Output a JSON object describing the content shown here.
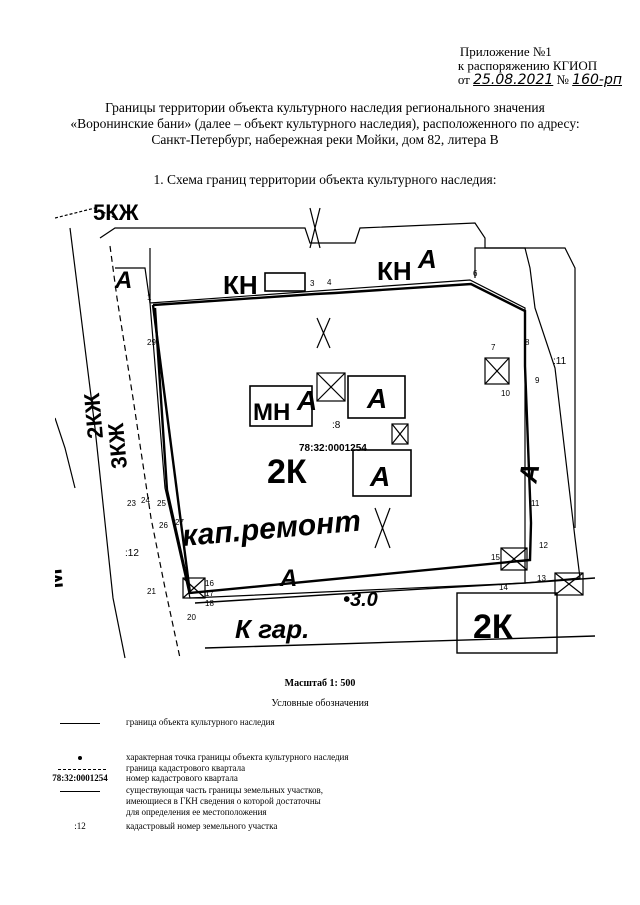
{
  "header": {
    "appendix_line1": "Приложение №1",
    "appendix_line2": "к распоряжению КГИОП",
    "date_prefix": "от",
    "date_value": "25.08.2021",
    "number_prefix": "№",
    "number_value": "160-рп"
  },
  "title": {
    "line1": "Границы территории объекта культурного наследия регионального значения",
    "line2": "«Воронинские бани» (далее – объект культурного наследия), расположенного по адресу:",
    "line3": "Санкт-Петербург, набережная реки Мойки, дом 82, литера В"
  },
  "section_heading": "1.   Схема границ территории объекта культурного наследия:",
  "map": {
    "building_labels": {
      "b5kzh": "5КЖ",
      "kn_left": "КН",
      "kn_right": "КН",
      "a_top": "А",
      "a_left": "А",
      "mn": "МН",
      "a_center1": "А",
      "a_center2": "А",
      "a_center3": "А",
      "a_right": "А",
      "a_bottom": "А",
      "k2_center": "2К",
      "k2_bottom": "2К",
      "k_gar": "К гар.",
      "kap_remont": "кап.ремонт",
      "height_30": "•3.0",
      "side_text1": "2КЖ",
      "side_text2": "3КЖ",
      "m_mark": "М"
    },
    "cadastral_quarter": "78:32:0001254",
    "parcels": {
      "p8": ":8",
      "p11": ":11",
      "p12": ":12"
    },
    "points": [
      "1",
      "3",
      "4",
      "6",
      "7",
      "8",
      "9",
      "10",
      "11",
      "12",
      "13",
      "14",
      "15",
      "16",
      "17",
      "18",
      "20",
      "21",
      "23",
      "24",
      "25",
      "26",
      "27",
      "29"
    ]
  },
  "scale": "Масштаб 1: 500",
  "legend": {
    "title": "Условные обозначения",
    "boundary": "граница объекта культурного наследия",
    "point": "характерная точка границы объекта культурного наследия",
    "quarter_boundary": "граница кадастрового квартала",
    "quarter_number_sample": "78:32:0001254",
    "quarter_number": "номер кадастрового квартала",
    "parcels_l1": "существующая часть границы земельных участков,",
    "parcels_l2": "имеющиеся в ГКН сведения о которой достаточны",
    "parcels_l3": "для определения ее местоположения",
    "parcel_sample": ":12",
    "parcel_number": "кадастровый номер земельного участка"
  }
}
